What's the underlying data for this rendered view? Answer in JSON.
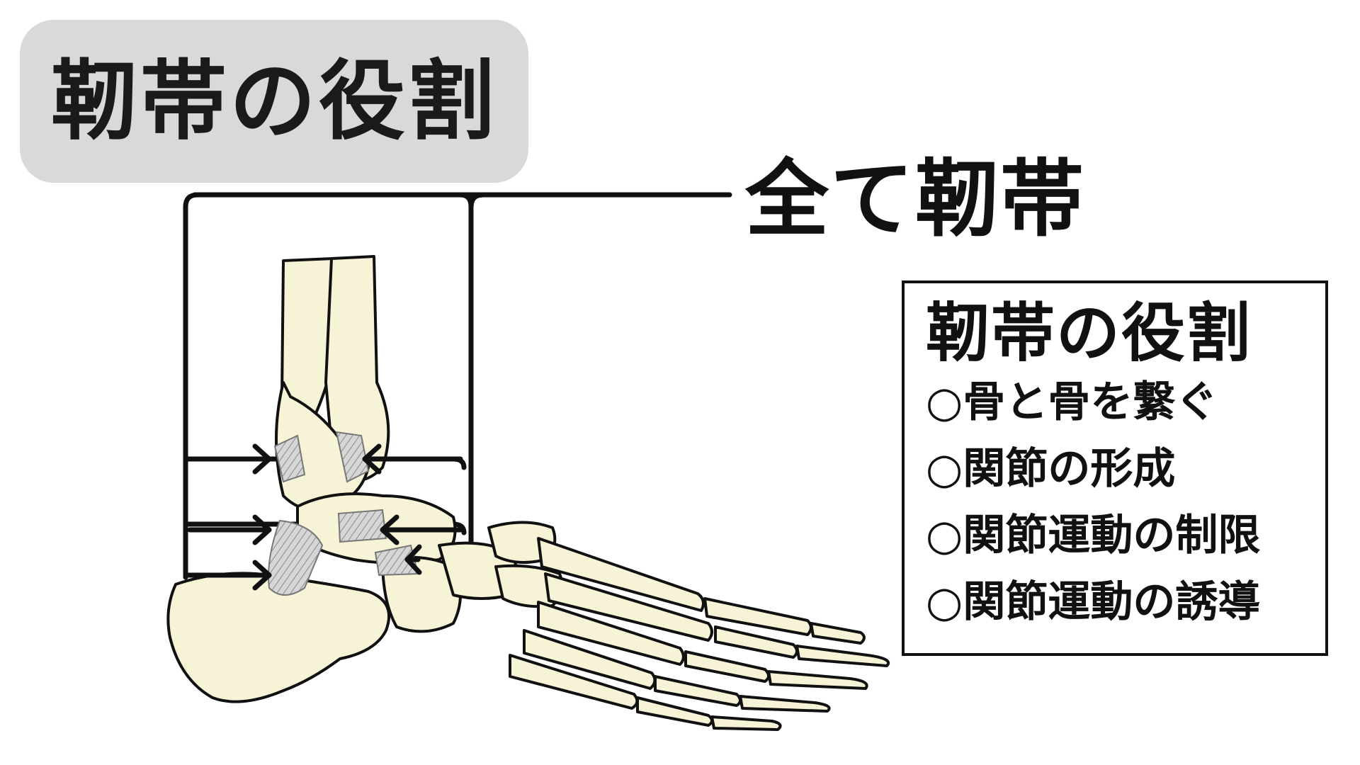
{
  "title": "靭帯の役割",
  "callout": "全て靭帯",
  "info_box": {
    "heading": "靭帯の役割",
    "items": [
      "○骨と骨を繋ぐ",
      "○関節の形成",
      "○関節運動の制限",
      "○関節運動の誘導"
    ]
  },
  "colors": {
    "title_bg": "#d9d9d9",
    "bone_fill": "#f6f3d6",
    "ligament": "#b8b8b8",
    "outline": "#111111"
  }
}
